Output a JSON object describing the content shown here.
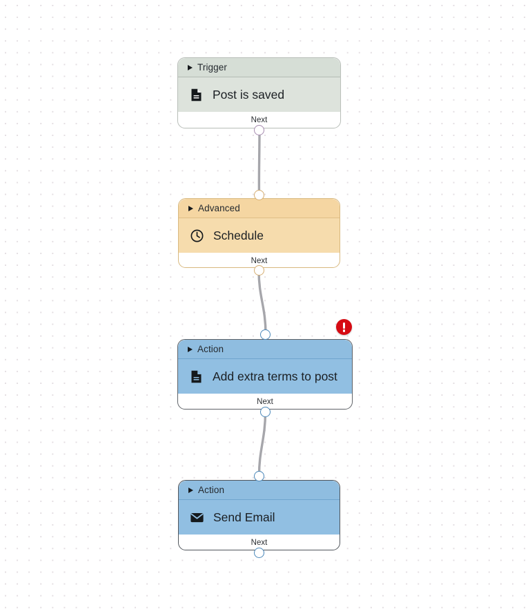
{
  "canvas": {
    "label": "workflow-canvas",
    "grid": "dots",
    "background_color": "#ffffff",
    "dot_color": "#e3dde1"
  },
  "nodes": [
    {
      "id": "trigger-post-is-saved",
      "header_label": "Trigger",
      "title": "Post is saved",
      "icon": "document-icon",
      "next_label": "Next",
      "header_color": "#d6ded6",
      "body_color": "#dde3dc",
      "border_color": "#b9bfb9",
      "port_color": "#a78bb0",
      "selected": false,
      "has_error": false
    },
    {
      "id": "advanced-schedule",
      "header_label": "Advanced",
      "title": "Schedule",
      "icon": "clock-icon",
      "next_label": "Next",
      "header_color": "#f5d6a2",
      "body_color": "#f6dcad",
      "border_color": "#d8b87e",
      "port_color": "#d6ae72",
      "selected": false,
      "has_error": false
    },
    {
      "id": "action-add-extra-terms-to-post",
      "header_label": "Action",
      "title": "Add extra terms to post",
      "icon": "document-icon",
      "next_label": "Next",
      "header_color": "#8fbde0",
      "body_color": "#91bfe2",
      "border_color": "#5d6166",
      "port_color": "#4a87b9",
      "selected": true,
      "has_error": true,
      "error_icon": "error-exclamation-icon",
      "error_color": "#d60b13"
    },
    {
      "id": "action-send-email",
      "header_label": "Action",
      "title": "Send Email",
      "icon": "envelope-icon",
      "next_label": "Next",
      "header_color": "#8fbde0",
      "body_color": "#91bfe2",
      "border_color": "#4f545a",
      "port_color": "#4a87b9",
      "selected": true,
      "has_error": false
    }
  ],
  "connections": [
    {
      "from": "trigger-post-is-saved",
      "to": "advanced-schedule",
      "color": "#a6a6ab"
    },
    {
      "from": "advanced-schedule",
      "to": "action-add-extra-terms-to-post",
      "color": "#a6a6ab"
    },
    {
      "from": "action-add-extra-terms-to-post",
      "to": "action-send-email",
      "color": "#a6a6ab"
    }
  ]
}
